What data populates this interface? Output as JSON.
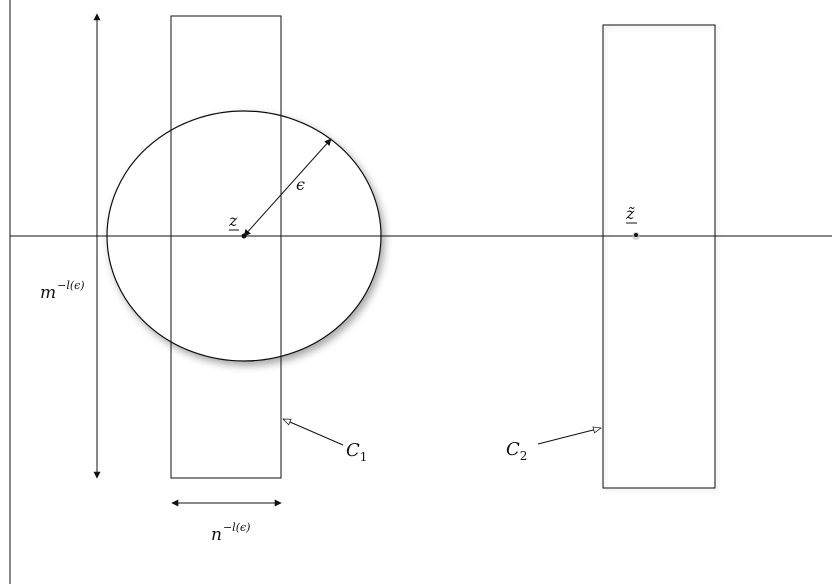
{
  "labels": {
    "epsilon": "ϵ",
    "z_under": "z",
    "z_tilde": "z̃",
    "c1_base": "C",
    "c1_sub": "1",
    "c2_base": "C",
    "c2_sub": "2",
    "m_base": "m",
    "m_exp": "−l(ϵ)",
    "n_base": "n",
    "n_exp": "−l(ϵ)"
  }
}
